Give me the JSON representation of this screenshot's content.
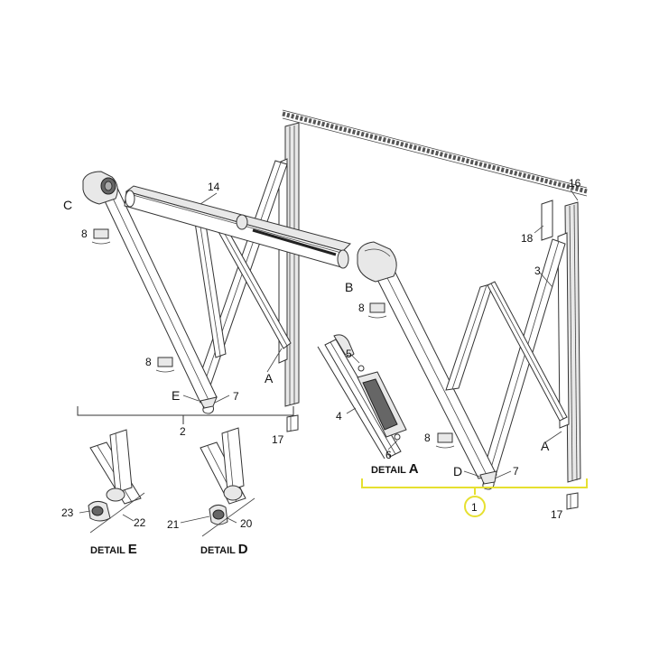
{
  "diagram": {
    "callouts": {
      "c1": "1",
      "c2": "2",
      "c3": "3",
      "c4": "4",
      "c5": "5",
      "c6": "6",
      "c7a": "7",
      "c7b": "7",
      "c8a": "8",
      "c8b": "8",
      "c8c": "8",
      "c8d": "8",
      "c14": "14",
      "c16": "16",
      "c17a": "17",
      "c17b": "17",
      "c18": "18",
      "c20": "20",
      "c21": "21",
      "c22": "22",
      "c23": "23",
      "letterA1": "A",
      "letterA2": "A",
      "letterB": "B",
      "letterC": "C",
      "letterD": "D",
      "letterE": "E"
    },
    "details": {
      "detailA_word": "DETAIL",
      "detailA_letter": "A",
      "detailE_word": "DETAIL",
      "detailE_letter": "E",
      "detailD_word": "DETAIL",
      "detailD_letter": "D"
    },
    "colors": {
      "highlight": "#e6e030",
      "line": "#333333"
    }
  }
}
